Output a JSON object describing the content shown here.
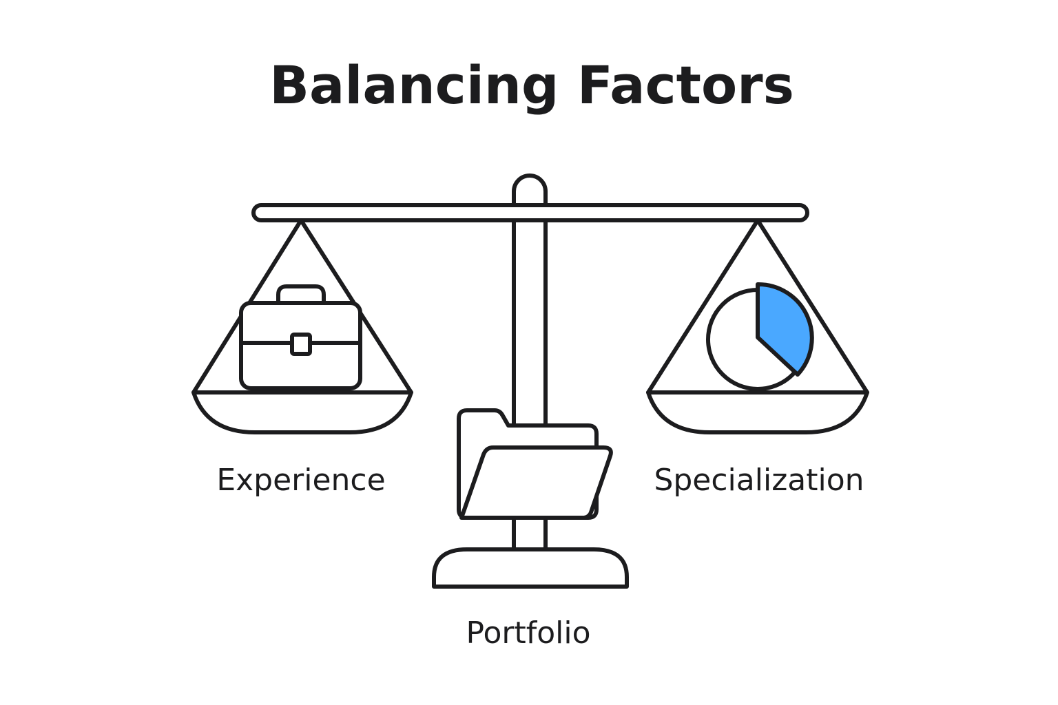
{
  "title": "Balancing Factors",
  "factors": {
    "left": {
      "label": "Experience",
      "icon": "briefcase-icon"
    },
    "center": {
      "label": "Portfolio",
      "icon": "folder-icon"
    },
    "right": {
      "label": "Specialization",
      "icon": "pie-chart-icon"
    }
  },
  "colors": {
    "stroke": "#1c1c1e",
    "accent": "#4aa8ff",
    "background": "#ffffff"
  }
}
